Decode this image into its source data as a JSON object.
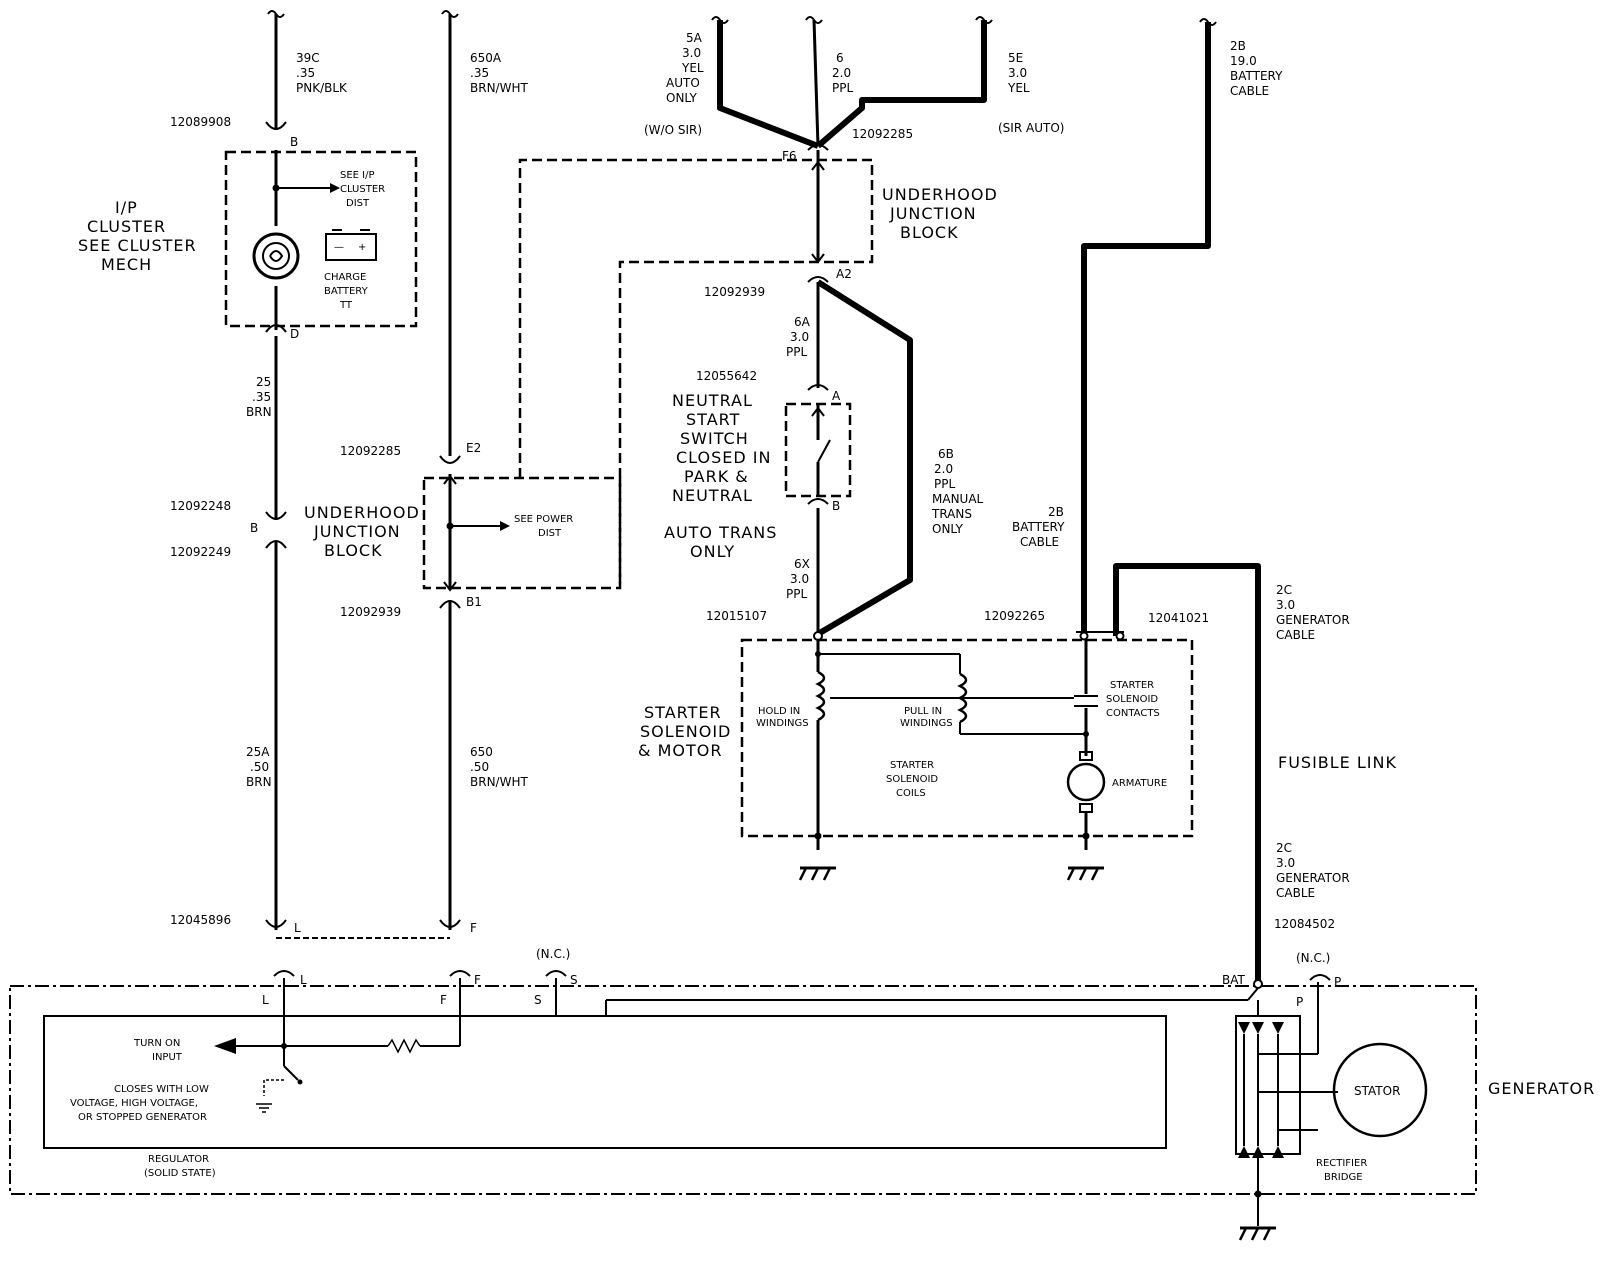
{
  "labels": {
    "ip_cluster": [
      "I/P",
      "CLUSTER",
      "SEE CLUSTER",
      "MECH"
    ],
    "see_ip": [
      "SEE I/P",
      "CLUSTER",
      "DIST"
    ],
    "charge": [
      "CHARGE",
      "BATTERY",
      "TT"
    ],
    "ujb_left": [
      "UNDERHOOD",
      "JUNCTION",
      "BLOCK"
    ],
    "ujb_top": [
      "UNDERHOOD",
      "JUNCTION",
      "BLOCK"
    ],
    "see_power": [
      "SEE POWER",
      "DIST"
    ],
    "nss": [
      "NEUTRAL",
      "START",
      "SWITCH",
      "CLOSED IN",
      "PARK &",
      "NEUTRAL"
    ],
    "auto_trans": [
      "AUTO TRANS",
      "ONLY"
    ],
    "starter": [
      "STARTER",
      "SOLENOID",
      "& MOTOR"
    ],
    "hold_in": [
      "HOLD IN",
      "WINDINGS"
    ],
    "pull_in": [
      "PULL IN",
      "WINDINGS"
    ],
    "coils": [
      "STARTER",
      "SOLENOID",
      "COILS"
    ],
    "contacts": [
      "STARTER",
      "SOLENOID",
      "CONTACTS"
    ],
    "armature": "ARMATURE",
    "fusible": "FUSIBLE LINK",
    "generator": "GENERATOR",
    "turn_on": [
      "TURN ON",
      "INPUT"
    ],
    "closes": [
      "CLOSES WITH LOW",
      "VOLTAGE, HIGH VOLTAGE,",
      "OR STOPPED GENERATOR"
    ],
    "regulator": [
      "REGULATOR",
      "(SOLID STATE)"
    ],
    "stator": "STATOR",
    "rectifier": [
      "RECTIFIER",
      "BRIDGE"
    ],
    "wo_sir": "(W/O SIR)",
    "sir_auto": "(SIR AUTO)",
    "nc": "(N.C.)"
  },
  "wires": {
    "w39c": [
      "39C",
      ".35",
      "PNK/BLK"
    ],
    "w650a": [
      "650A",
      ".35",
      "BRN/WHT"
    ],
    "w5a": [
      "5A",
      "3.0",
      "YEL",
      "AUTO",
      "ONLY"
    ],
    "w6": [
      "6",
      "2.0",
      "PPL"
    ],
    "w5e": [
      "5E",
      "3.0",
      "YEL"
    ],
    "w2b_top": [
      "2B",
      "19.0",
      "BATTERY",
      "CABLE"
    ],
    "w25": [
      "25",
      ".35",
      "BRN"
    ],
    "w25a": [
      "25A",
      ".50",
      "BRN"
    ],
    "w650": [
      "650",
      ".50",
      "BRN/WHT"
    ],
    "w6a": [
      "6A",
      "3.0",
      "PPL"
    ],
    "w6b": [
      "6B",
      "2.0",
      "PPL",
      "MANUAL",
      "TRANS",
      "ONLY"
    ],
    "w6x": [
      "6X",
      "3.0",
      "PPL"
    ],
    "w2b_mid": [
      "2B",
      "BATTERY",
      "CABLE"
    ],
    "w2c_top": [
      "2C",
      "3.0",
      "GENERATOR",
      "CABLE"
    ],
    "w2c_bot": [
      "2C",
      "3.0",
      "GENERATOR",
      "CABLE"
    ]
  },
  "connectors": {
    "c12089908": "12089908",
    "c12092285a": "12092285",
    "c12092248": "12092248",
    "c12092249": "12092249",
    "c12092939a": "12092939",
    "c12045896": "12045896",
    "c12092285b": "12092285",
    "c12092939b": "12092939",
    "c12055642": "12055642",
    "c12015107": "12015107",
    "c12092265": "12092265",
    "c12041021": "12041021",
    "c12084502": "12084502"
  },
  "pins": {
    "B": "B",
    "D": "D",
    "E2": "E2",
    "B1": "B1",
    "F6": "F6",
    "A2": "A2",
    "A": "A",
    "L": "L",
    "F": "F",
    "S": "S",
    "P": "P",
    "BAT": "BAT"
  }
}
